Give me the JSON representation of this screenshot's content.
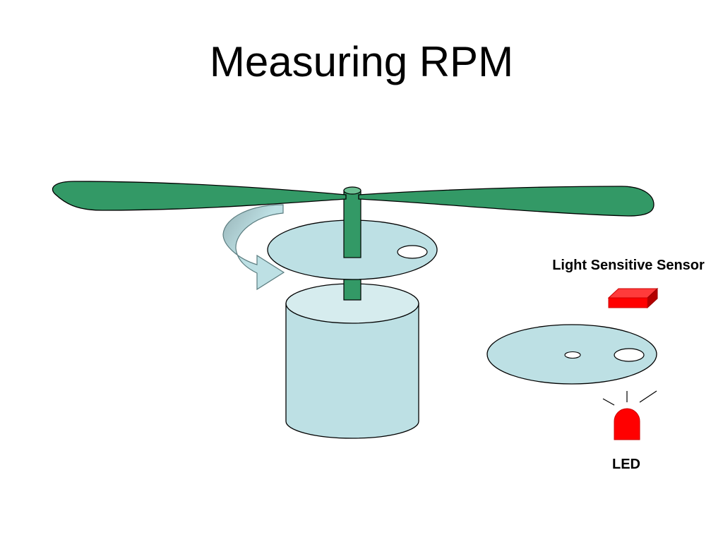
{
  "slide": {
    "title": "Measuring RPM"
  },
  "labels": {
    "sensor": "Light Sensitive Sensor",
    "led": "LED"
  },
  "colors": {
    "propeller": "#339966",
    "shaft": "#339966",
    "disc_fill": "#bde0e4",
    "motor_fill": "#bde0e4",
    "sensor_red": "#ff0000",
    "arrow_fill": "#bde0e4"
  }
}
